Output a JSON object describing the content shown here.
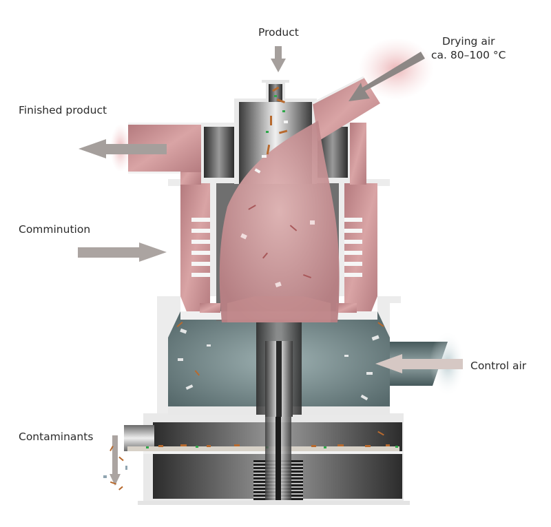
{
  "diagram": {
    "title": "Drying mill process schematic",
    "labels": {
      "product": "Product",
      "drying_air_line1": "Drying air",
      "drying_air_line2": "ca. 80–100 °C",
      "finished_product": "Finished product",
      "comminution": "Comminution",
      "control_air": "Control air",
      "contaminants": "Contaminants"
    },
    "colors": {
      "drying_air_pink": "#c98a8e",
      "pink_light": "#e8bcbd",
      "control_air_teal": "#7e9597",
      "steel_dark": "#3c3c3c",
      "steel_light": "#d9d9d9",
      "frame_white": "#ececec",
      "arrow_gray": "#a59f9c",
      "arrow_pale": "#d8c9c5"
    },
    "arrows": [
      {
        "name": "product-inflow",
        "direction": "down"
      },
      {
        "name": "drying-air-inflow",
        "direction": "down-left"
      },
      {
        "name": "finished-product-outflow",
        "direction": "left"
      },
      {
        "name": "comminution-direction",
        "direction": "right"
      },
      {
        "name": "control-air-inflow",
        "direction": "left"
      },
      {
        "name": "contaminants-outflow",
        "direction": "down"
      }
    ]
  }
}
